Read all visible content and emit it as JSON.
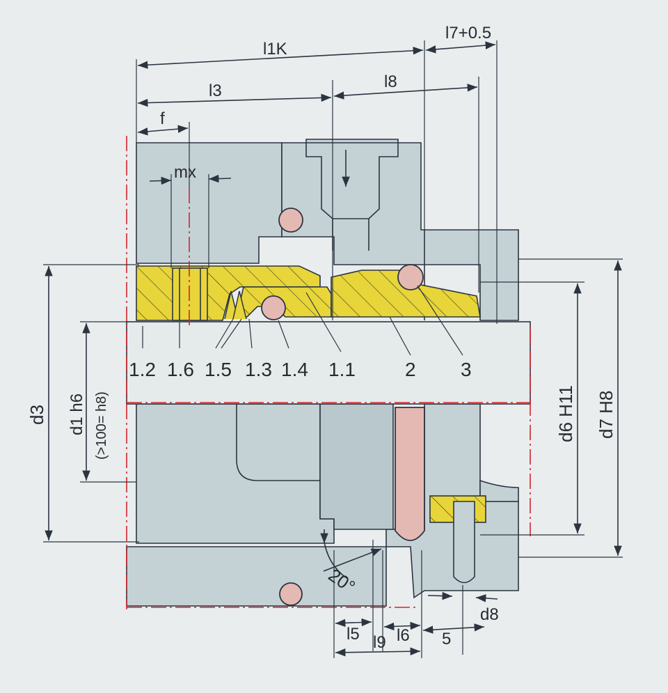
{
  "colors": {
    "housing": "#c4d2d6",
    "shaft": "#e5eaeb",
    "seal_parts": "#e7d53a",
    "o_ring": "#e5b9b3",
    "center_line": "#d3242c",
    "line": "#2c3440"
  },
  "dimensions": {
    "l1k": "l1K",
    "l7": "l7+0.5",
    "l3": "l3",
    "l8": "l8",
    "f": "f",
    "mx": "mx",
    "d3": "d3",
    "d1_main": "d1 h6",
    "d1_note": "(>100= h8)",
    "d6": "d6 H11",
    "d7": "d7 H8",
    "angle": "20°",
    "l5": "l5",
    "l9": "l9",
    "l6": "l6",
    "five": "5",
    "d8": "d8"
  },
  "part_labels": [
    "1.2",
    "1.6",
    "1.5",
    "1.3",
    "1.4",
    "1.1",
    "2",
    "3"
  ]
}
